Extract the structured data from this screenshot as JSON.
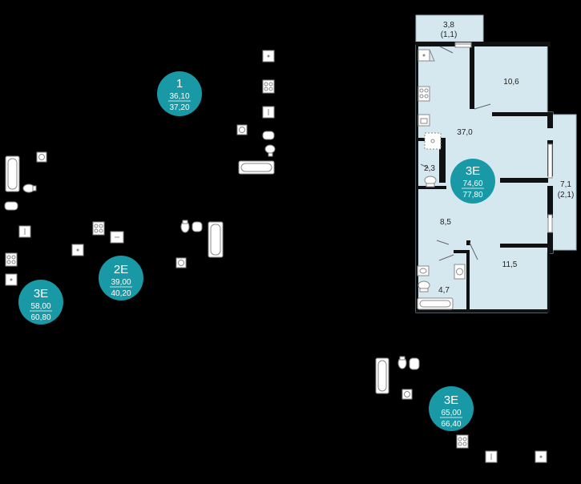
{
  "colors": {
    "background": "#000000",
    "room_fill": "#d6e8ef",
    "wall": "#111111",
    "badge": "#1899a5",
    "badge_text": "#ffffff",
    "fixture_stroke": "#8a8a8a",
    "fixture_fill": "#ffffff"
  },
  "selected_apartment": {
    "rooms": [
      {
        "label": "3,8"
      },
      {
        "label": "(1,1)"
      },
      {
        "label": "10,6"
      },
      {
        "label": "37,0"
      },
      {
        "label": "2,3"
      },
      {
        "label": "7,1"
      },
      {
        "label": "(2,1)"
      },
      {
        "label": "8,5"
      },
      {
        "label": "11,5"
      },
      {
        "label": "4,7"
      }
    ]
  },
  "badges": [
    {
      "type": "1",
      "area_total": "36,10",
      "area_full": "37,20"
    },
    {
      "type": "2E",
      "area_total": "39,00",
      "area_full": "40,20"
    },
    {
      "type": "3E",
      "area_total": "58,00",
      "area_full": "60,80"
    },
    {
      "type": "3E",
      "area_total": "74,60",
      "area_full": "77,80"
    },
    {
      "type": "3E",
      "area_total": "65,00",
      "area_full": "66,40"
    }
  ],
  "icons": [
    "stove-icon",
    "sink-icon",
    "toilet-icon",
    "bathtub-icon",
    "shower-icon",
    "washing-machine-icon"
  ]
}
